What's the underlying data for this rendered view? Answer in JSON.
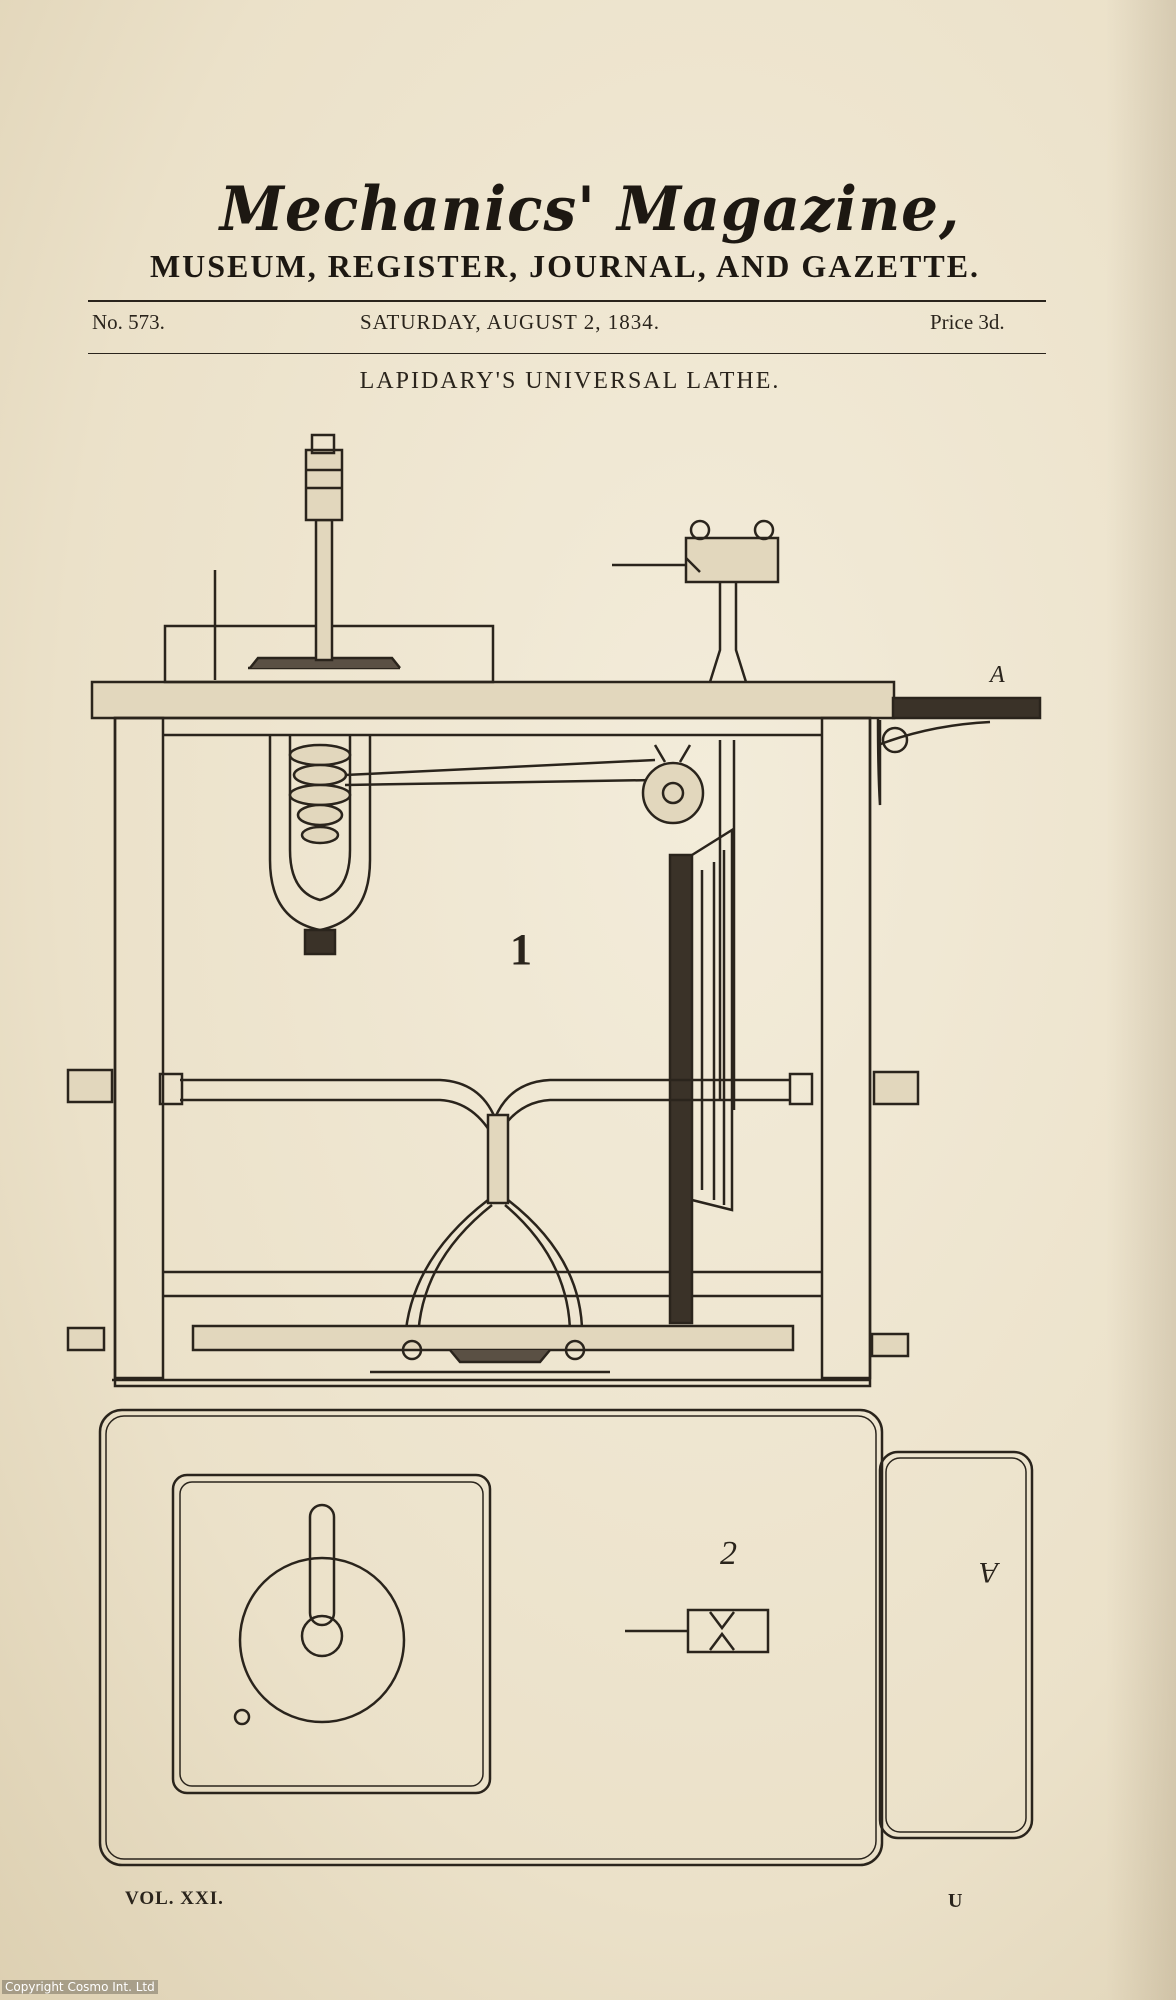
{
  "masthead": {
    "title": "Mechanics' Magazine,",
    "subtitle": "MUSEUM, REGISTER, JOURNAL, AND GAZETTE."
  },
  "issue": {
    "number": "No. 573.",
    "date": "SATURDAY, AUGUST 2, 1834.",
    "price": "Price 3d."
  },
  "article": {
    "title": "LAPIDARY'S UNIVERSAL LATHE."
  },
  "figure_labels": {
    "a_top": "A",
    "fig1": "1",
    "fig2": "2",
    "a_bottom": "A"
  },
  "footer": {
    "volume": "VOL. XXI.",
    "signature": "U"
  },
  "copyright": "Copyright Cosmo Int. Ltd",
  "colors": {
    "paper": "#ece4d0",
    "ink": "#2a241c"
  }
}
